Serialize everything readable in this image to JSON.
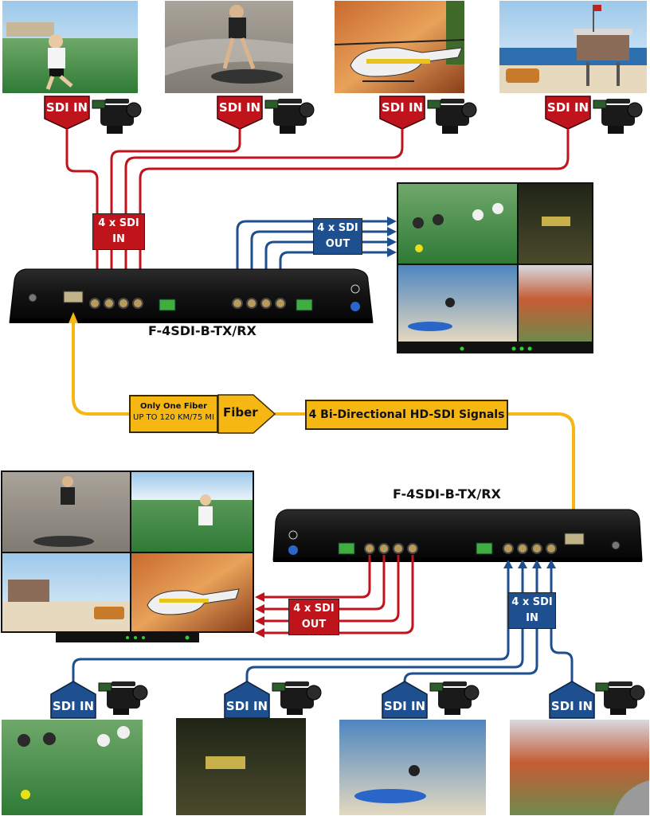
{
  "device_label_top": "F-4SDI-B-TX/RX",
  "device_label_bottom": "F-4SDI-B-TX/RX",
  "sdi_in_label": "SDI IN",
  "top_in_group": {
    "line1": "4 x SDI",
    "line2": "IN"
  },
  "top_out_group": {
    "line1": "4 x SDI",
    "line2": "OUT"
  },
  "bottom_out_group": {
    "line1": "4 x SDI",
    "line2": "OUT"
  },
  "bottom_in_group": {
    "line1": "4 x SDI",
    "line2": "IN"
  },
  "fiber_info": {
    "line1": "Only One Fiber",
    "line2": "UP TO 120 KM/75 MI"
  },
  "fiber_label": "Fiber",
  "signals_label": "4 Bi-Directional HD-SDI Signals",
  "colors": {
    "sdi_in_red": "#c0141c",
    "sdi_out_blue": "#1e4f8f",
    "fiber_yellow": "#f6b712",
    "chassis": "#141414"
  }
}
